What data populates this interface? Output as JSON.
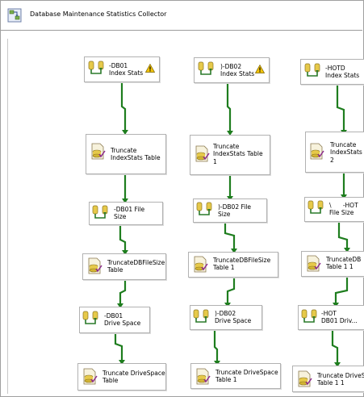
{
  "package": {
    "title": "Database Maintenance Statistics Collector"
  },
  "tasks": {
    "c1_index_stats": "-DB01\nIndex Stats",
    "c1_truncate_index": "Truncate\nIndexStats Table",
    "c1_file_size": "-DB01 File\nSize",
    "c1_truncate_filesize": "TruncateDBFileSize\nTable",
    "c1_drive_space": "-DB01\nDrive Space",
    "c1_truncate_drive": "Truncate DriveSpace\nTable",
    "c2_index_stats": ")-DB02\nIndex Stats",
    "c2_truncate_index": "Truncate\nIndexStats Table\n1",
    "c2_file_size": ")-DB02 File\nSize",
    "c2_truncate_filesize": "TruncateDBFileSize\nTable 1",
    "c2_drive_space": ")-DB02\nDrive Space",
    "c2_truncate_drive": "Truncate DriveSpace\nTable 1",
    "c3_index_stats": "-HOTD\nIndex Stats",
    "c3_truncate_index": "Truncate\nIndexStats\n2",
    "c3_file_size": "\\      -HOT\nFile Size",
    "c3_truncate_filesize": "TruncateDB\nTable 1 1",
    "c3_drive_space": "-HOT\nDB01 Driv...",
    "c3_truncate_drive": "Truncate DriveS\nTable 1 1"
  },
  "colors": {
    "connector": "#1e7d1e",
    "box_border": "#b2b2b2",
    "warning": "#f2c40c"
  },
  "icons": {
    "dataflow": "dataflow-task-icon",
    "sql": "execute-sql-task-icon",
    "warning": "warning-icon",
    "package": "package-icon"
  }
}
